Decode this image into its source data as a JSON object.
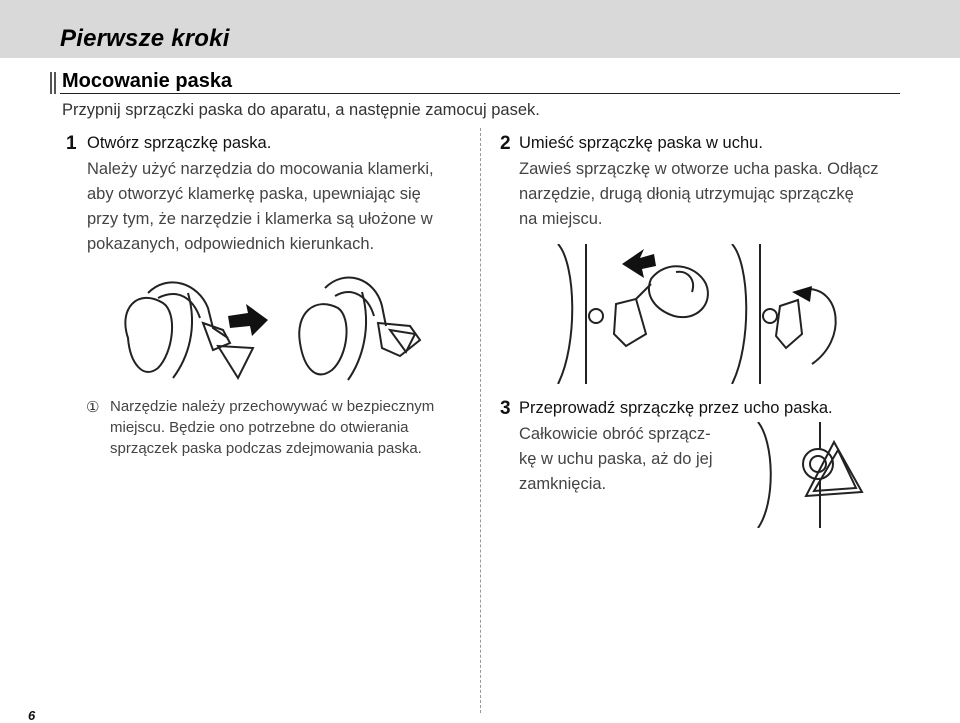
{
  "header": {
    "chapter_title": "Pierwsze kroki"
  },
  "section": {
    "title": "Mocowanie paska",
    "intro": "Przypnij sprzączki paska do aparatu, a następnie zamocuj pasek."
  },
  "steps": [
    {
      "number": "1",
      "title": "Otwórz sprzączkę paska.",
      "lines": [
        "Należy użyć narzędzia do mocowania klamerki,",
        "aby otworzyć klamerkę paska, upewniając się",
        "przy tym, że narzędzie i klamerka są ułożone w",
        "pokazanych, odpowiednich kierunkach."
      ]
    },
    {
      "number": "2",
      "title": "Umieść sprzączkę paska w uchu.",
      "lines": [
        "Zawieś sprzączkę w otworze ucha paska. Odłącz",
        "narzędzie, drugą dłonią utrzymując sprzączkę",
        "na miejscu."
      ]
    },
    {
      "number": "3",
      "title": "Przeprowadź sprzączkę przez ucho paska.",
      "lines": [
        "Całkowicie obróć sprzącz-",
        "kę w uchu paska, aż do jej",
        "zamknięcia."
      ]
    }
  ],
  "note": {
    "icon": "caution-icon",
    "icon_glyph": "①",
    "lines": [
      "Narzędzie należy przechowywać w bezpiecznym",
      "miejscu. Będzie ono potrzebne do otwierania",
      "sprzączek paska podczas zdejmowania paska."
    ]
  },
  "footer": {
    "page_number": "6"
  },
  "colors": {
    "header_band": "#d9d9d9",
    "text": "#111111",
    "body_text": "#444444"
  }
}
